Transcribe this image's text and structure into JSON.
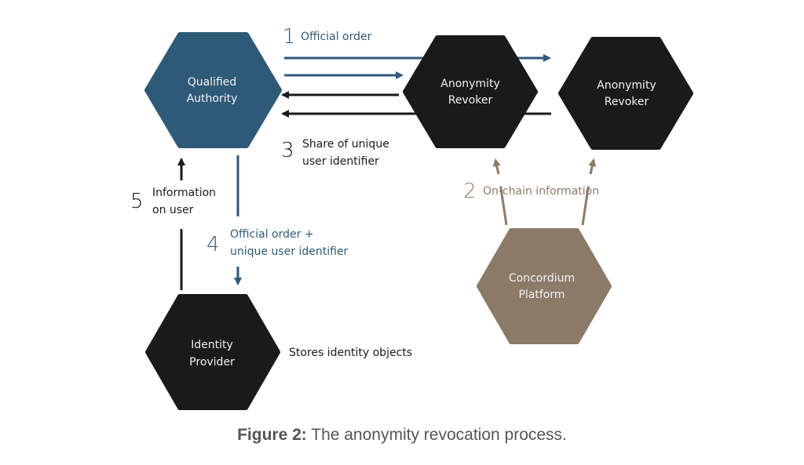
{
  "colors": {
    "authority": "#2e5a78",
    "revoker": "#1a1a1a",
    "platform": "#8c7a68",
    "black": "#1a1a1a",
    "blue": "#2e5a78",
    "brown": "#8c7a68"
  },
  "nodes": {
    "qualified_authority": {
      "line1": "Qualified",
      "line2": "Authority"
    },
    "revoker_1": {
      "line1": "Anonymity",
      "line2": "Revoker"
    },
    "revoker_2": {
      "line1": "Anonymity",
      "line2": "Revoker"
    },
    "concordium": {
      "line1": "Concordium",
      "line2": "Platform"
    },
    "identity_provider": {
      "line1": "Identity",
      "line2": "Provider"
    }
  },
  "steps": {
    "step1": {
      "num": "1",
      "text": "Official order"
    },
    "step2": {
      "num": "2",
      "text": "On-chain information"
    },
    "step3": {
      "num": "3",
      "line1": "Share of unique",
      "line2": "user identifier"
    },
    "step4": {
      "num": "4",
      "line1": "Official order +",
      "line2": "unique user identifier"
    },
    "step5": {
      "num": "5",
      "line1": "Information",
      "line2": "on user"
    }
  },
  "annotations": {
    "identity_provider_note": "Stores identity objects"
  },
  "caption": {
    "label": "Figure 2:",
    "text": " The anonymity revocation process."
  }
}
